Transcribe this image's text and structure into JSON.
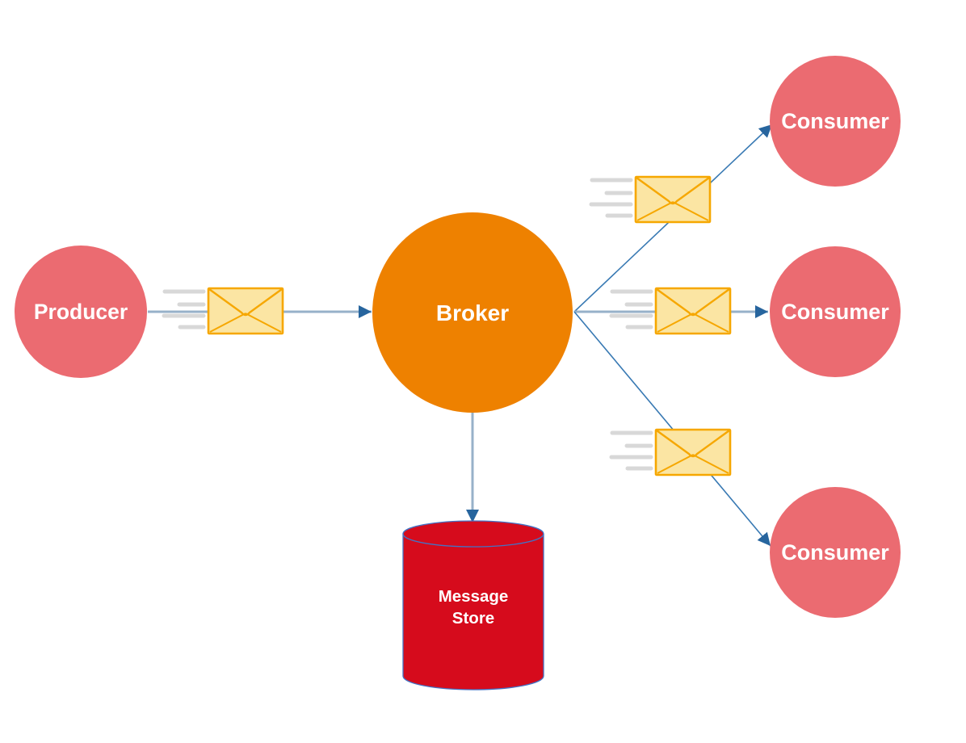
{
  "diagram": {
    "type": "message-broker-architecture",
    "background": "#FFFFFF",
    "nodes": {
      "producer": {
        "label": "Producer",
        "shape": "circle"
      },
      "broker": {
        "label": "Broker",
        "shape": "circle"
      },
      "consumers": [
        {
          "label": "Consumer",
          "shape": "circle"
        },
        {
          "label": "Consumer",
          "shape": "circle"
        },
        {
          "label": "Consumer",
          "shape": "circle"
        }
      ],
      "message_store": {
        "label_line1": "Message",
        "label_line2": "Store",
        "shape": "cylinder"
      }
    },
    "edges": [
      {
        "from": "producer",
        "to": "broker",
        "icon": "envelope"
      },
      {
        "from": "broker",
        "to": "consumer-top",
        "icon": "envelope"
      },
      {
        "from": "broker",
        "to": "consumer-middle",
        "icon": "envelope"
      },
      {
        "from": "broker",
        "to": "consumer-bottom",
        "icon": "envelope"
      },
      {
        "from": "broker",
        "to": "message-store",
        "icon": null
      }
    ],
    "icons": {
      "message": "envelope-icon",
      "motion": "speed-lines-icon"
    },
    "colors": {
      "background": "#FFFFFF",
      "node_fill": "#EB6B71",
      "broker_fill": "#EE8100",
      "store_fill": "#D60B1C",
      "store_stroke": "#4472C4",
      "envelope_fill": "#FBE5A3",
      "envelope_stroke": "#F6A700",
      "connector_light": "#97B1C9",
      "connector_dark": "#3879B3",
      "arrowhead": "#27659E",
      "speed_dash": "#D8D8D8",
      "label_color": "#FFFFFF"
    }
  }
}
